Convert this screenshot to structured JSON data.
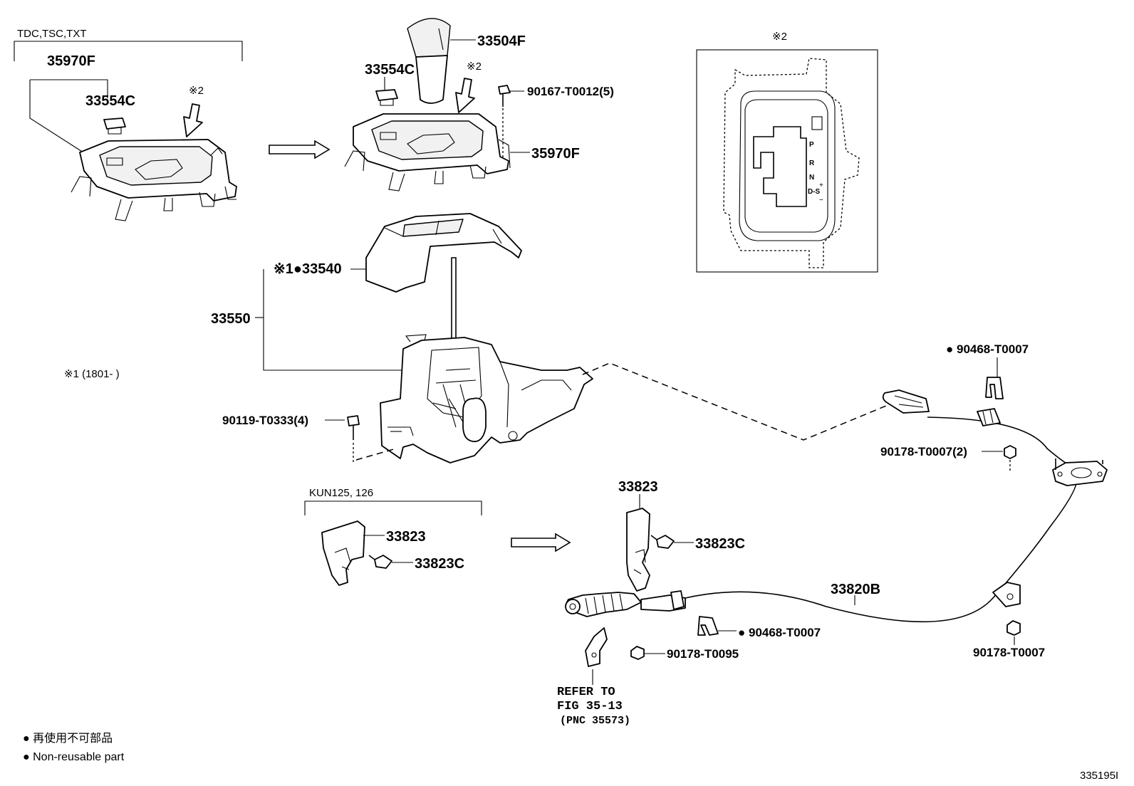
{
  "groups": {
    "tdc": "TDC,TSC,TXT",
    "kun": "KUN125, 126",
    "note2": "※2"
  },
  "parts": {
    "p35970F_a": "35970F",
    "p33554C_a": "33554C",
    "p33504F": "33504F",
    "p33554C_b": "33554C",
    "p90167": "90167-T0012(5)",
    "p35970F_b": "35970F",
    "p33540": "※1●33540",
    "p33550": "33550",
    "p90119": "90119-T0333(4)",
    "p90468_a": "● 90468-T0007",
    "p90178_a": "90178-T0007(2)",
    "p33823_a": "33823",
    "p33823C_a": "33823C",
    "p33823_b": "33823",
    "p33823C_b": "33823C",
    "p33820B": "33820B",
    "p90468_b": "● 90468-T0007",
    "p90178_b": "90178-T0095",
    "p90178_c": "90178-T0007"
  },
  "notes": {
    "n1": "※1 (1801-     )",
    "refer1": "REFER TO",
    "refer2": "FIG 35-13",
    "refer3": "(PNC 35573)",
    "legend_jp": "● 再使用不可部品",
    "legend_en": "● Non-reusable part",
    "fig_id": "335195I"
  },
  "gate": {
    "p": "P",
    "r": "R",
    "n": "N",
    "ds": "D-S",
    "plus": "+",
    "minus": "−"
  }
}
